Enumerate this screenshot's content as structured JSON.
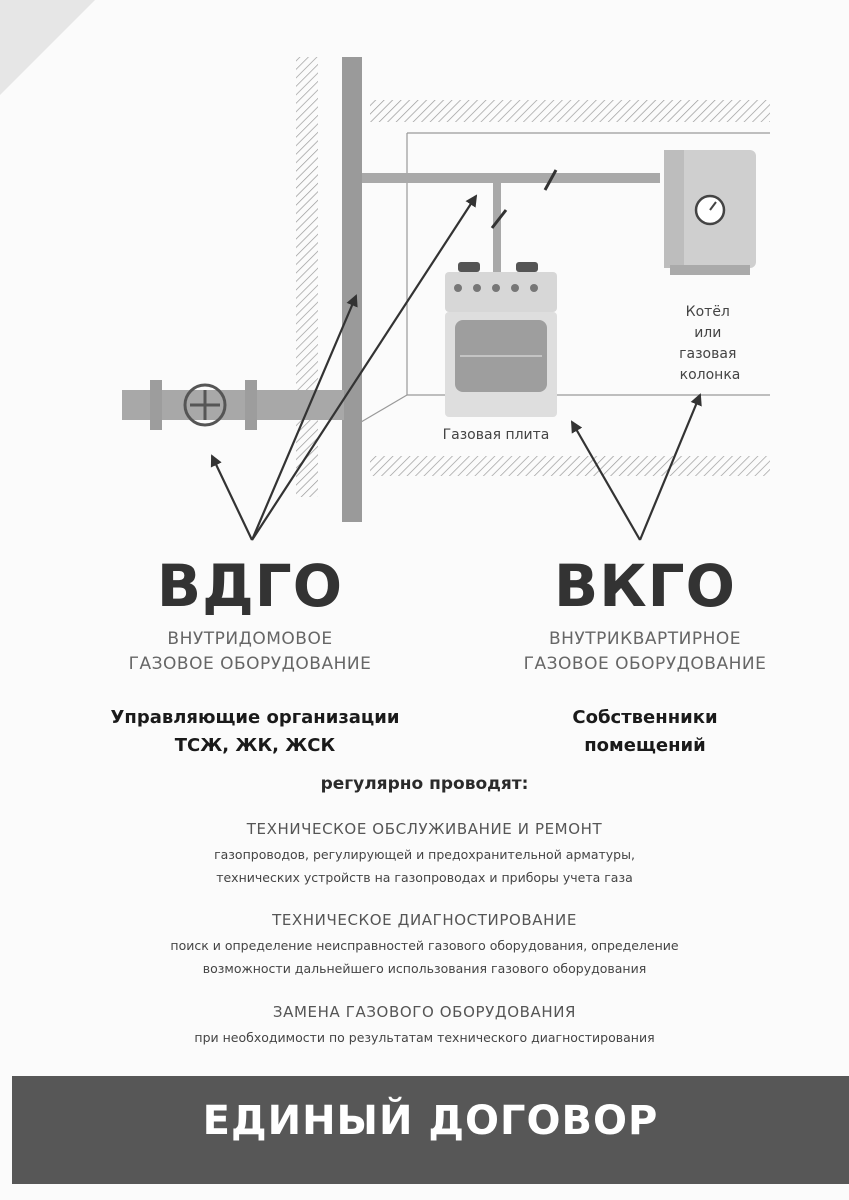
{
  "diagram": {
    "boiler_label": [
      "Котёл",
      "или",
      "газовая",
      "колонка"
    ],
    "stove_label": "Газовая плита"
  },
  "vdgo": {
    "abbr": "ВДГО",
    "full_line1": "ВНУТРИДОМОВОЕ",
    "full_line2": "ГАЗОВОЕ ОБОРУДОВАНИЕ",
    "owner_line1": "Управляющие организации",
    "owner_line2": "ТСЖ, ЖК, ЖСК"
  },
  "vkgo": {
    "abbr": "ВКГО",
    "full_line1": "ВНУТРИКВАРТИРНОЕ",
    "full_line2": "ГАЗОВОЕ ОБОРУДОВАНИЕ",
    "owner_line1": "Собственники",
    "owner_line2": "помещений"
  },
  "lead": "регулярно проводят:",
  "sections": [
    {
      "heading": "ТЕХНИЧЕСКОЕ ОБСЛУЖИВАНИЕ И РЕМОНТ",
      "desc_line1": "газопроводов, регулирующей и предохранительной арматуры,",
      "desc_line2": "технических устройств на газопроводах и приборы учета газа"
    },
    {
      "heading": "ТЕХНИЧЕСКОЕ ДИАГНОСТИРОВАНИЕ",
      "desc_line1": "поиск и определение неисправностей газового оборудования, определение",
      "desc_line2": "возможности дальнейшего использования газового оборудования"
    },
    {
      "heading": "ЗАМЕНА ГАЗОВОГО ОБОРУДОВАНИЯ",
      "desc_line1": "при необходимости по результатам технического диагностирования",
      "desc_line2": ""
    }
  ],
  "banner": "ЕДИНЫЙ ДОГОВОР"
}
